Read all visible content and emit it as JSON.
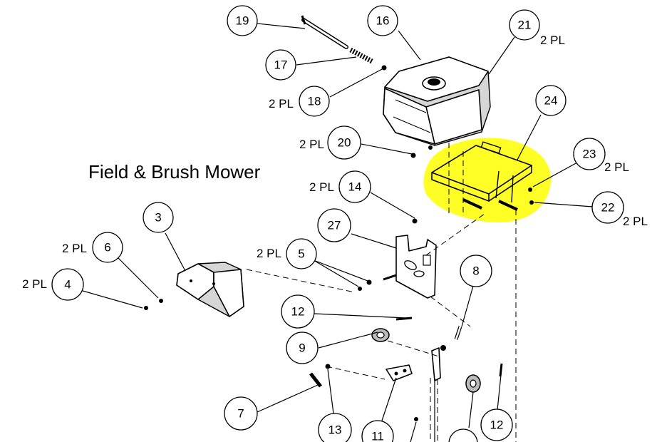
{
  "title": "Field & Brush Mower",
  "highlight_color": "#ffff00",
  "callouts": [
    {
      "id": "19",
      "qty": ""
    },
    {
      "id": "16",
      "qty": ""
    },
    {
      "id": "21",
      "qty": "2 PL"
    },
    {
      "id": "17",
      "qty": ""
    },
    {
      "id": "18",
      "qty": "2 PL"
    },
    {
      "id": "24",
      "qty": ""
    },
    {
      "id": "20",
      "qty": "2 PL"
    },
    {
      "id": "23",
      "qty": "2 PL"
    },
    {
      "id": "14",
      "qty": "2 PL"
    },
    {
      "id": "22",
      "qty": "2 PL"
    },
    {
      "id": "3",
      "qty": ""
    },
    {
      "id": "27",
      "qty": ""
    },
    {
      "id": "6",
      "qty": "2 PL"
    },
    {
      "id": "5",
      "qty": "2 PL"
    },
    {
      "id": "4",
      "qty": "2 PL"
    },
    {
      "id": "8",
      "qty": ""
    },
    {
      "id": "12",
      "qty": ""
    },
    {
      "id": "9",
      "qty": ""
    },
    {
      "id": "7",
      "qty": ""
    },
    {
      "id": "13",
      "qty": ""
    },
    {
      "id": "11",
      "qty": ""
    },
    {
      "id": "12",
      "qty": ""
    },
    {
      "id": "",
      "qty": ""
    }
  ]
}
